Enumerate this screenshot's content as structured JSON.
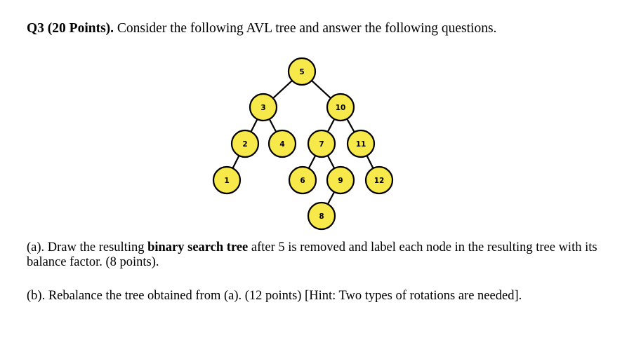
{
  "question": {
    "label": "Q3 (20 Points).",
    "text": " Consider the following AVL tree and answer the following questions."
  },
  "tree": {
    "node_fill": "#f8e94a",
    "node_stroke": "#000000",
    "edge_color": "#000000",
    "nodes": [
      {
        "key": "5",
        "label": "5"
      },
      {
        "key": "3",
        "label": "3"
      },
      {
        "key": "10",
        "label": "10"
      },
      {
        "key": "2",
        "label": "2"
      },
      {
        "key": "4",
        "label": "4"
      },
      {
        "key": "7",
        "label": "7"
      },
      {
        "key": "11",
        "label": "11"
      },
      {
        "key": "1",
        "label": "1"
      },
      {
        "key": "6",
        "label": "6"
      },
      {
        "key": "9",
        "label": "9"
      },
      {
        "key": "12",
        "label": "12"
      },
      {
        "key": "8",
        "label": "8"
      }
    ],
    "edges": [
      [
        "5",
        "3"
      ],
      [
        "5",
        "10"
      ],
      [
        "3",
        "2"
      ],
      [
        "3",
        "4"
      ],
      [
        "10",
        "7"
      ],
      [
        "10",
        "11"
      ],
      [
        "2",
        "1"
      ],
      [
        "7",
        "6"
      ],
      [
        "7",
        "9"
      ],
      [
        "11",
        "12"
      ],
      [
        "9",
        "8"
      ]
    ]
  },
  "part_a": {
    "prefix": "(a). Draw the resulting ",
    "bold": "binary search tree",
    "suffix": " after 5 is removed and label each node in the resulting tree with its balance factor. (8 points)."
  },
  "part_b": {
    "text": "(b). Rebalance the tree obtained from (a). (12 points) [Hint: Two types of rotations are needed]."
  }
}
